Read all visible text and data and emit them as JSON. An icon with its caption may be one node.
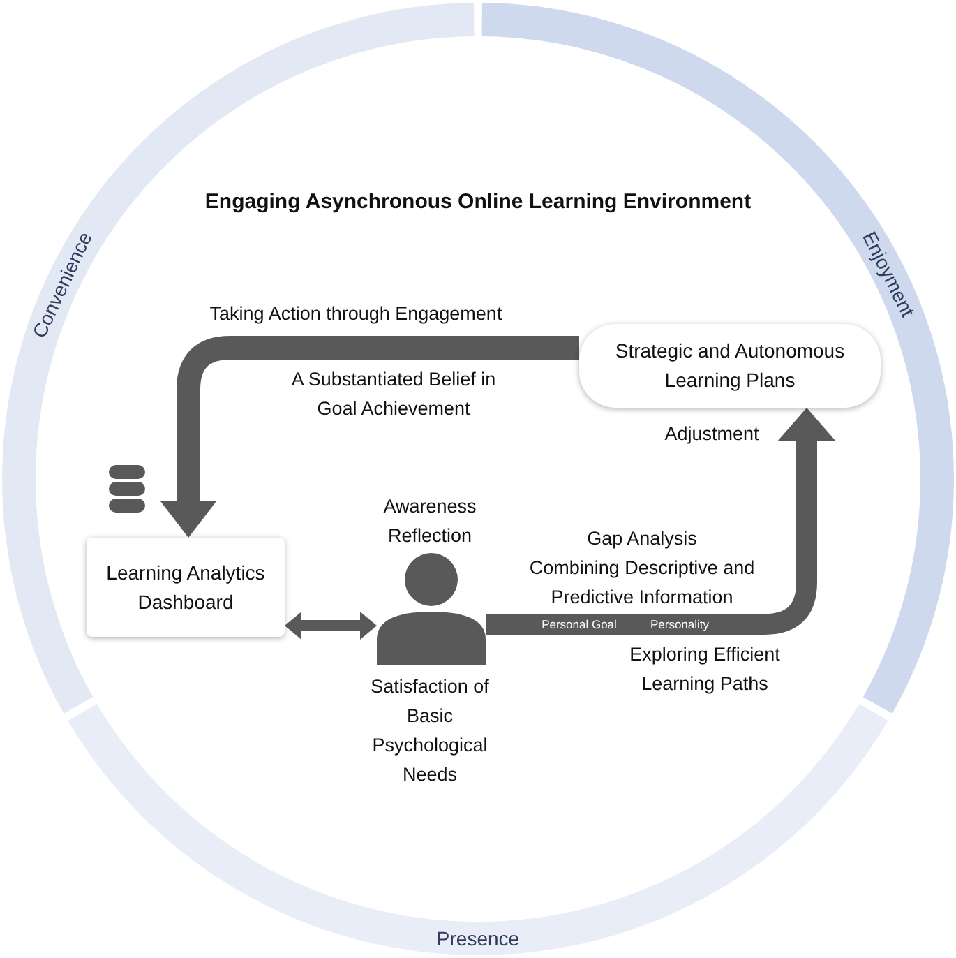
{
  "diagram": {
    "title": "Engaging Asynchronous Online Learning Environment",
    "nodes": [
      {
        "text": [
          "Convenience"
        ]
      },
      {
        "text": [
          "Enjoyment"
        ]
      },
      {
        "text": [
          "Strategic and Autonomous Learning Plans"
        ]
      },
      {
        "text": [
          "Learning Analytics Dashboard"
        ]
      },
      {
        "text": [],
        "shape": "person"
      },
      {
        "text": [
          "Presence"
        ]
      }
    ],
    "edges": [
      {
        "from": 2,
        "to": 3,
        "arrow": "to"
      },
      {
        "from": 3,
        "to": 4,
        "arrow": "both"
      },
      {
        "from": 4,
        "to": 2,
        "arrow": "to"
      }
    ],
    "labels": [
      "Taking Action through Engagement",
      "A Substantiated Belief in Goal Achievement",
      "Adjustment",
      "Awareness Reflection",
      "Gap Analysis",
      "Combining Descriptive and Predictive Information",
      "Personal Goal",
      "Personality",
      "Exploring Efficient Learning Paths",
      "Satisfaction of Basic Psychological Needs"
    ]
  }
}
